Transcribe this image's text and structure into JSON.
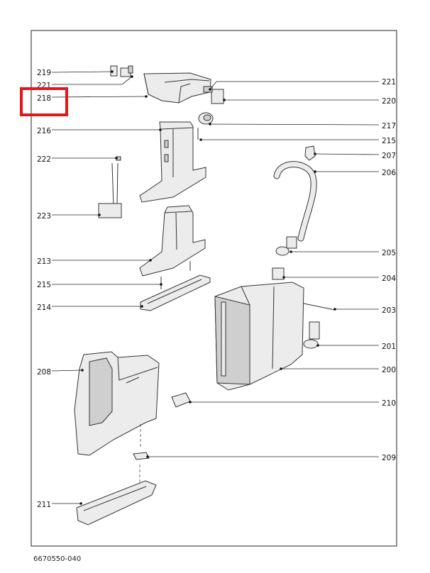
{
  "labels": {
    "l219": "219",
    "l221a": "221",
    "l218": "218",
    "l216": "216",
    "l222": "222",
    "l223": "223",
    "l213": "213",
    "l215a": "215",
    "l214": "214",
    "l208": "208",
    "l211": "211",
    "l221b": "221",
    "l220": "220",
    "l217": "217",
    "l215b": "215",
    "l207": "207",
    "l206": "206",
    "l205": "205",
    "l204": "204",
    "l203": "203",
    "l201": "201",
    "l200": "200",
    "l210": "210",
    "l209": "209"
  },
  "footer_code": "6670550-040",
  "highlight_color": "#e5161b"
}
